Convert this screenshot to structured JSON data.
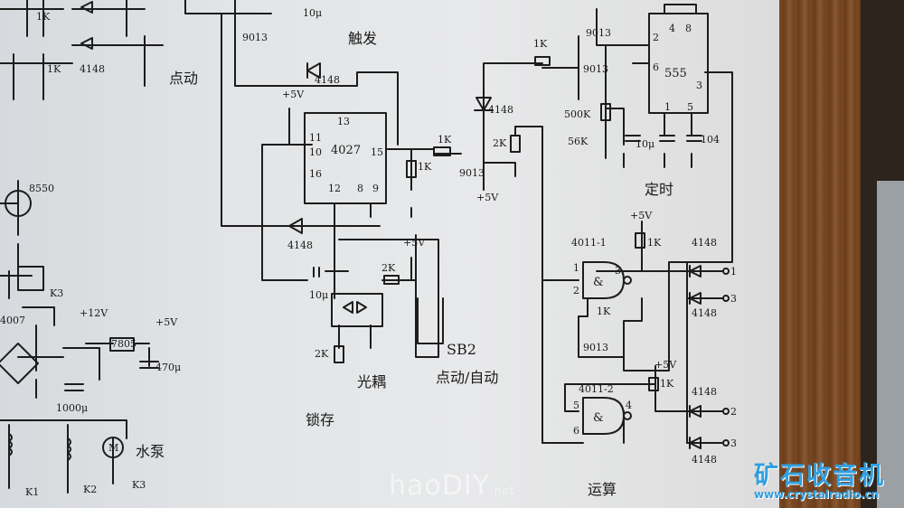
{
  "labels": {
    "chu_fa": "触发",
    "dian_dong_top": "点动",
    "ding_shi": "定时",
    "suo_cun": "锁存",
    "guang_ou": "光耦",
    "dian_dong_zi_dong": "点动/自动",
    "yun_suan": "运算",
    "shui_beng": "水泵",
    "sb2": "SB2",
    "ic_4027": "4027",
    "ic_555": "555",
    "gate_4011_1": "4011-1",
    "gate_4011_2": "4011-2",
    "and_symbol": "&",
    "plus5v": "+5V",
    "plus12v": "+12V",
    "d4148": "4148",
    "d4007": "4007",
    "q9013": "9013",
    "q8550": "8550",
    "r1k": "1K",
    "r2k": "2K",
    "r500k": "500K",
    "r56k": "56K",
    "c104": "104",
    "c10u": "10μ",
    "c1000u": "1000μ",
    "c470u": "470μ",
    "k1": "K1",
    "k2": "K2",
    "k3": "K3",
    "reg_7805": "7805",
    "m": "M",
    "pin_1": "1",
    "pin_2": "2",
    "pin_3": "3",
    "pin_4": "4",
    "pin_5": "5",
    "pin_6": "6",
    "pin_8": "8",
    "pin_9": "9",
    "pin_10": "10",
    "pin_11": "11",
    "pin_12": "12",
    "pin_13": "13",
    "pin_15": "15",
    "pin_16": "16"
  },
  "watermark": {
    "text": "haoDIY",
    "suffix": ".net"
  },
  "logo": {
    "name": "矿石收音机",
    "url": "www.crystalradio.cn"
  }
}
